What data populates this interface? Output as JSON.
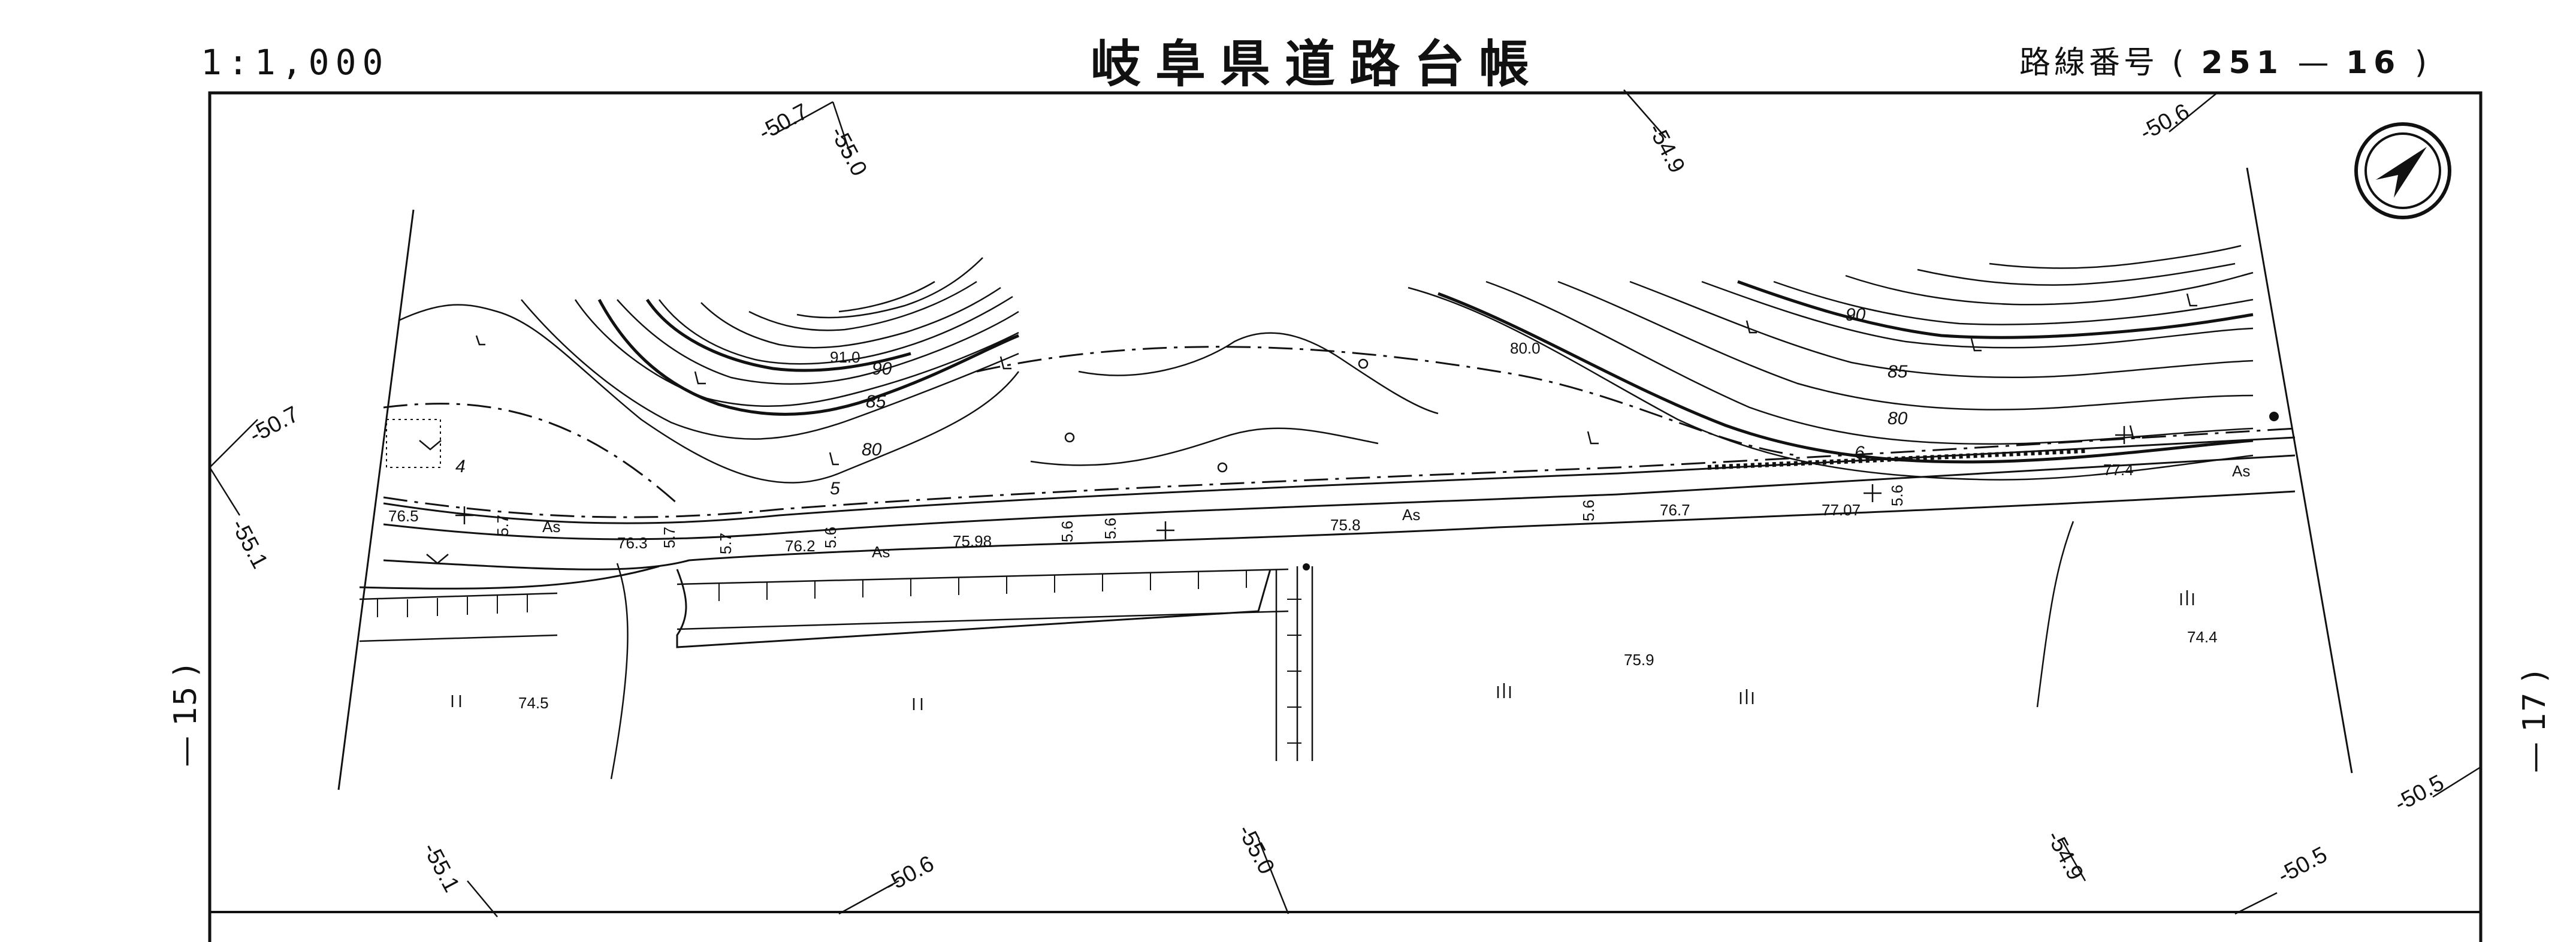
{
  "header": {
    "scale": "1:1,000",
    "title": "岐阜県道路台帳",
    "route_label": "路線番号",
    "route_open": "(",
    "route_number": "251",
    "route_dash": "—",
    "route_sheet": "16",
    "route_close": ")"
  },
  "side_labels": {
    "left_sheet": "15",
    "right_sheet": "17"
  },
  "edge_offsets": {
    "top_1": "-50.7",
    "top_2": "-55.0",
    "top_3": "-54.9",
    "top_4": "-50.6",
    "left_1": "-50.7",
    "left_2": "-55.1",
    "bottom_1": "-55.1",
    "bottom_2": "-50.6",
    "bottom_3": "-55.0",
    "bottom_4": "-54.9",
    "bottom_5": "-50.5",
    "right_1": "-50.5"
  },
  "contours": {
    "c90_left": "90",
    "c85_left": "85",
    "c80_left": "80",
    "c90_right": "90",
    "c85_right": "85",
    "c80_right": "80"
  },
  "spot_heights": {
    "h91": "91.0",
    "h80": "80.0",
    "h765": "76.5",
    "h763": "76.3",
    "h762": "76.2",
    "h7598": "75.98",
    "h758": "75.8",
    "h767": "76.7",
    "h7707": "77.07",
    "h774": "77.4",
    "h745": "74.5",
    "h759": "75.9",
    "h744": "74.4"
  },
  "widths": {
    "w1": "5.7",
    "w2": "5.7",
    "w3": "5.7",
    "w4": "5.6",
    "w5": "5.6",
    "w6": "5.6",
    "w7": "5.6",
    "w8": "5.6"
  },
  "map_labels": {
    "seg4": "4",
    "seg5": "5",
    "seg6": "6",
    "as1": "As",
    "as2": "As",
    "as3": "As",
    "as4": "As"
  }
}
